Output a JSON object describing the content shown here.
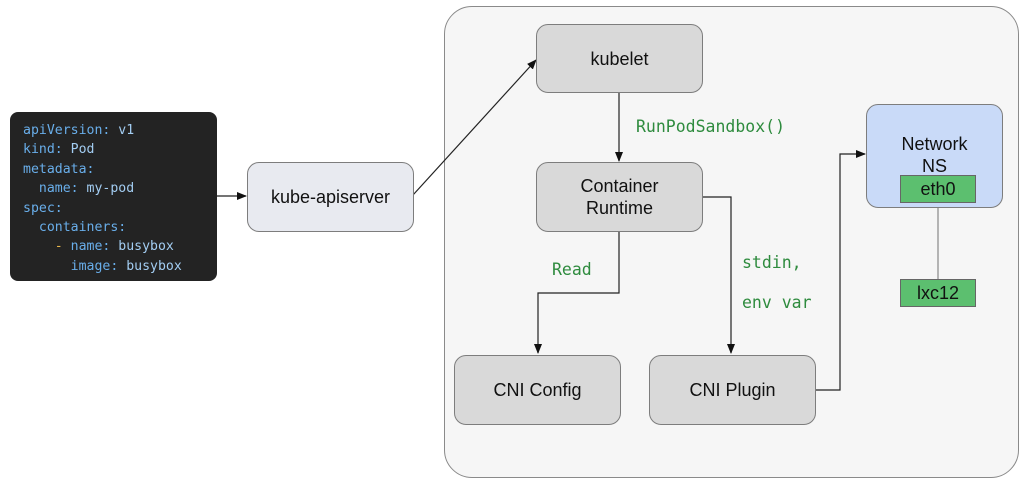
{
  "yaml_manifest": {
    "lines": [
      {
        "indent": "",
        "dash": "",
        "key": "apiVersion:",
        "value": " v1"
      },
      {
        "indent": "",
        "dash": "",
        "key": "kind:",
        "value": " Pod"
      },
      {
        "indent": "",
        "dash": "",
        "key": "metadata:",
        "value": ""
      },
      {
        "indent": "  ",
        "dash": "",
        "key": "name:",
        "value": " my-pod"
      },
      {
        "indent": "",
        "dash": "",
        "key": "spec:",
        "value": ""
      },
      {
        "indent": "  ",
        "dash": "",
        "key": "containers:",
        "value": ""
      },
      {
        "indent": "    ",
        "dash": "- ",
        "key": "name:",
        "value": " busybox"
      },
      {
        "indent": "      ",
        "dash": "",
        "key": "image:",
        "value": " busybox"
      }
    ]
  },
  "nodes": {
    "kube_apiserver": "kube-apiserver",
    "kubelet": "kubelet",
    "container_runtime_line1": "Container",
    "container_runtime_line2": "Runtime",
    "cni_config": "CNI Config",
    "cni_plugin": "CNI Plugin",
    "network_ns_line1": "Network",
    "network_ns_line2": "NS",
    "eth0": "eth0",
    "lxc12": "lxc12"
  },
  "edge_labels": {
    "run_pod_sandbox": "RunPodSandbox()",
    "read": "Read",
    "stdin": "stdin,",
    "env_var": "env var"
  },
  "colors": {
    "node_gray": "#d9d9d9",
    "apiserver_fill": "#e8eaf0",
    "network_ns_fill": "#c9daf8",
    "interface_green": "#5cbf6f",
    "label_green": "#2e8b3e",
    "code_bg": "#232323"
  }
}
